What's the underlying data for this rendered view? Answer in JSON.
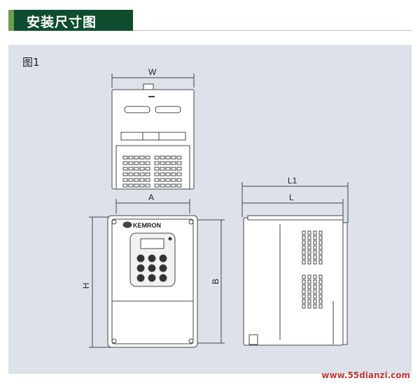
{
  "header": {
    "title": "安装尺寸图"
  },
  "figure": {
    "label": "图1"
  },
  "dimensions": {
    "w": "W",
    "a": "A",
    "h": "H",
    "b": "B",
    "l1": "L1",
    "l": "L"
  },
  "brand": {
    "logo_text": "KEMRON"
  },
  "watermark": {
    "text": "www.55dianzi.com"
  },
  "colors": {
    "header_bg": "#0d4d2d",
    "header_accent": "#6e9a52",
    "panel_bg": "#dde2ea",
    "line": "#444444"
  }
}
